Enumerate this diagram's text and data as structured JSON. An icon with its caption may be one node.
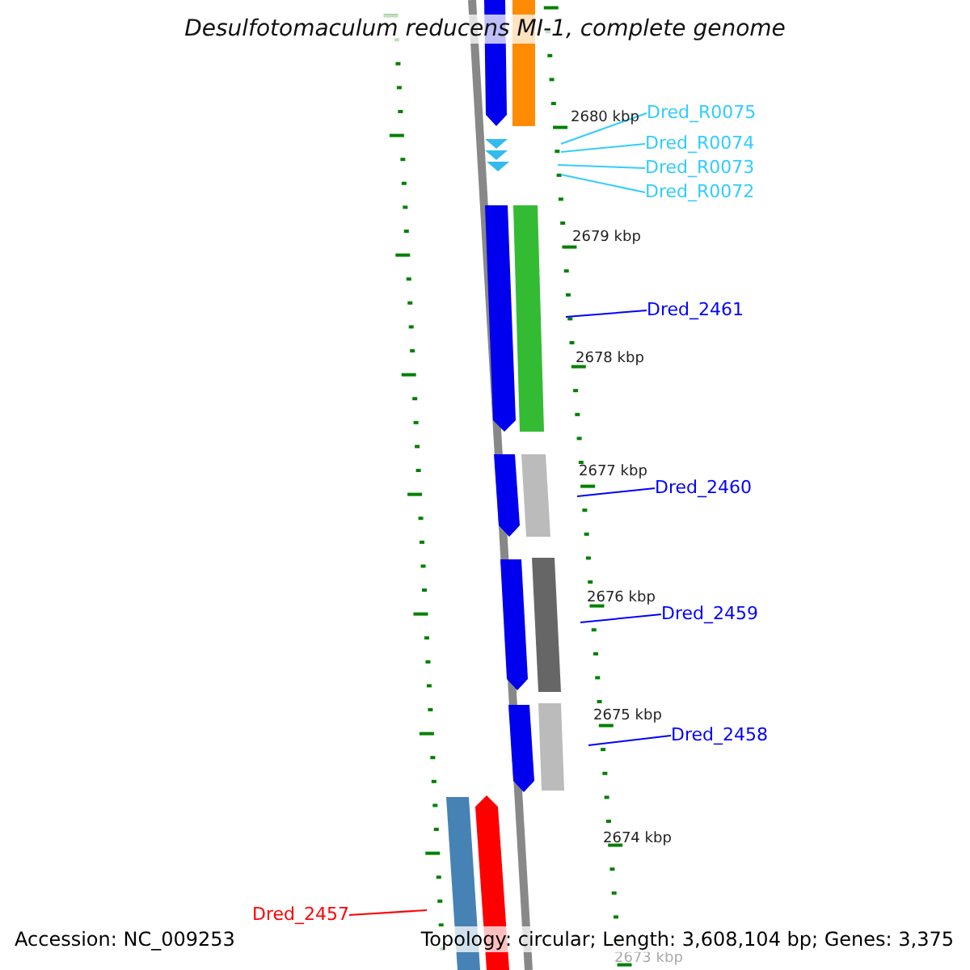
{
  "diagram": {
    "title": "Desulfotomaculum reducens MI-1, complete genome",
    "nodes": [
      {
        "text": [
          "Dred_R0075"
        ]
      },
      {
        "text": [
          "Dred_R0074"
        ]
      },
      {
        "text": [
          "Dred_R0073"
        ]
      },
      {
        "text": [
          "Dred_R0072"
        ]
      },
      {
        "text": [
          "Dred_2461"
        ]
      },
      {
        "text": [
          "Dred_2460"
        ]
      },
      {
        "text": [
          "Dred_2459"
        ]
      },
      {
        "text": [
          "Dred_2458"
        ]
      },
      {
        "text": [
          "Dred_2457"
        ]
      }
    ],
    "edges": [
      {
        "from": 0,
        "to": null,
        "arrow": "none",
        "color": "#33ccff"
      },
      {
        "from": 1,
        "to": null,
        "arrow": "none",
        "color": "#33ccff"
      },
      {
        "from": 2,
        "to": null,
        "arrow": "none",
        "color": "#33ccff"
      },
      {
        "from": 3,
        "to": null,
        "arrow": "none",
        "color": "#33ccff"
      },
      {
        "from": 4,
        "to": null,
        "arrow": "none",
        "color": "#0000ff"
      },
      {
        "from": 5,
        "to": null,
        "arrow": "none",
        "color": "#0000ff"
      },
      {
        "from": 6,
        "to": null,
        "arrow": "none",
        "color": "#0000ff"
      },
      {
        "from": 7,
        "to": null,
        "arrow": "none",
        "color": "#0000ff"
      },
      {
        "from": 8,
        "to": null,
        "arrow": "none",
        "color": "#ff0000"
      }
    ],
    "labels": [
      "2680 kbp",
      "2679 kbp",
      "2678 kbp",
      "2677 kbp",
      "2676 kbp",
      "2675 kbp",
      "2674 kbp",
      "2673 kbp",
      "Accession: NC_009253",
      "Topology: circular; Length: 3,608,104 bp; Genes: 3,375"
    ]
  }
}
